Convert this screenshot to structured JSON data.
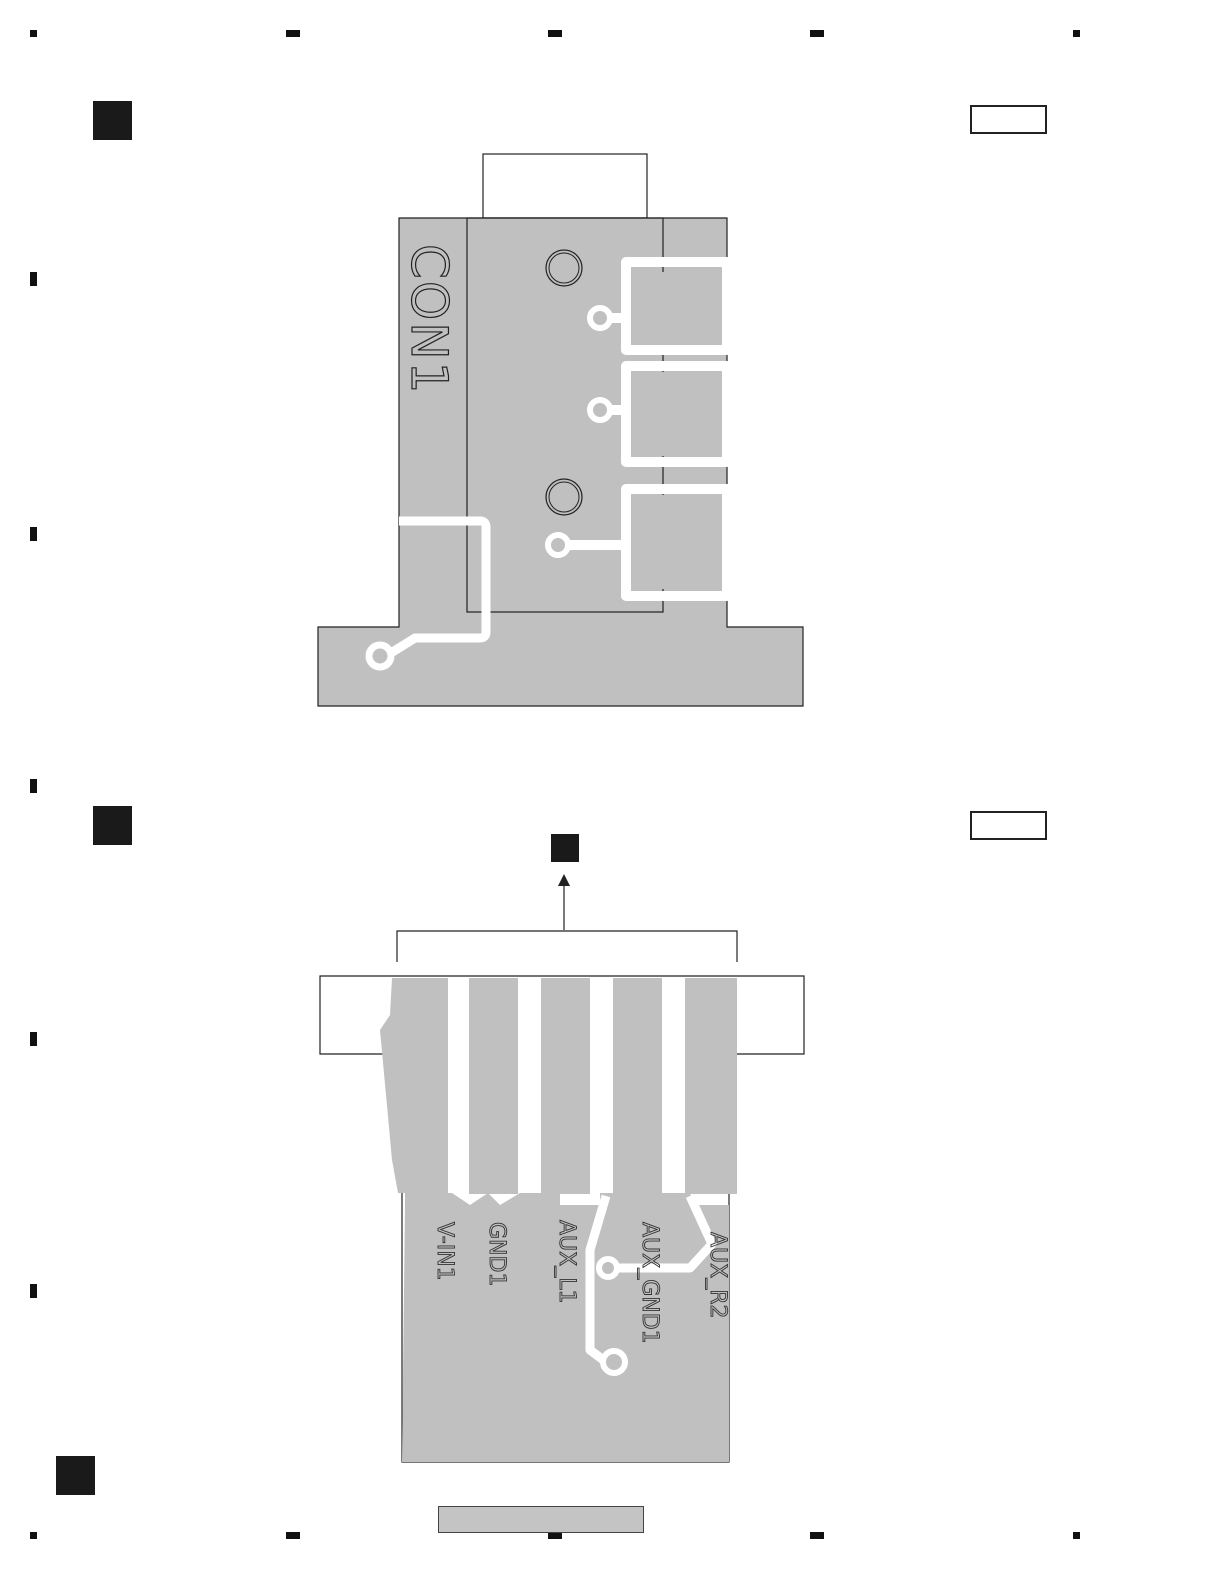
{
  "top_view": {
    "connector_ref": "CON1"
  },
  "bottom_view": {
    "pin_labels": [
      "V-IN1",
      "GND1",
      "AUX_L1",
      "AUX_GND1",
      "AUX_R2"
    ]
  },
  "colors": {
    "copper": "#c0c0c0",
    "outline": "#222222",
    "marker": "#1a1a1a"
  }
}
